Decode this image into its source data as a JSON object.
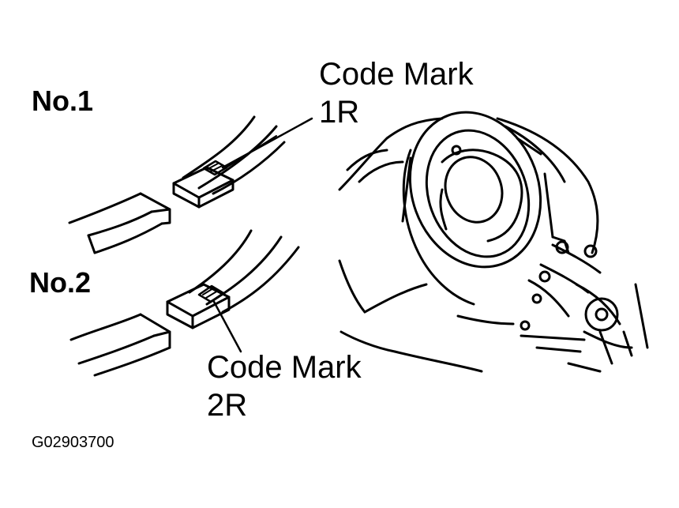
{
  "diagram": {
    "labels": {
      "ring_no1": "No.1",
      "ring_no2": "No.2",
      "code_mark_top_title": "Code Mark",
      "code_mark_top_value": "1R",
      "code_mark_bottom_title": "Code Mark",
      "code_mark_bottom_value": "2R",
      "figure_code": "G02903700"
    },
    "colors": {
      "ink": "#000000",
      "paper": "#ffffff"
    },
    "icons": {
      "code_mark_symbol": "hatched-diamond-icon"
    }
  }
}
